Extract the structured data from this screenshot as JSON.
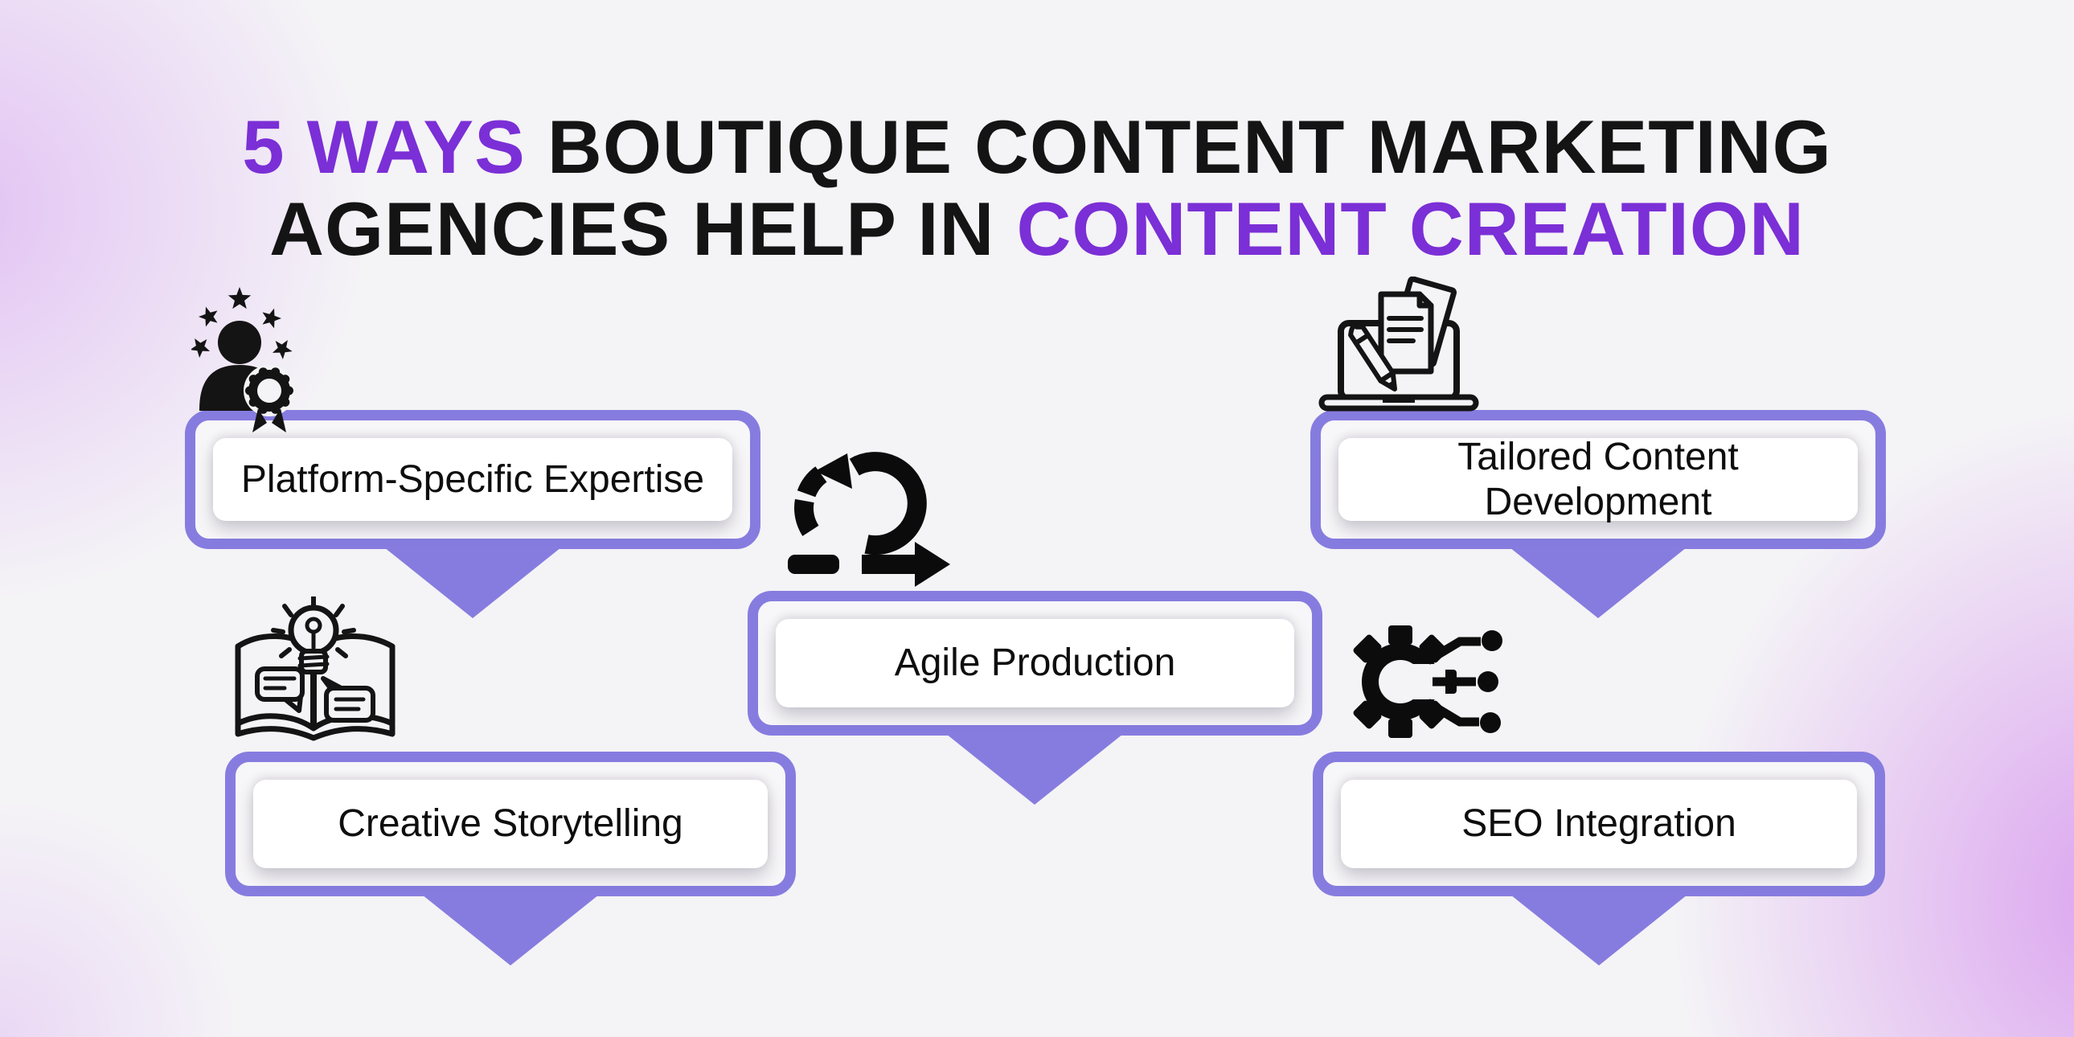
{
  "title": {
    "line1_highlight": "5 WAYS",
    "line1_rest": " BOUTIQUE CONTENT MARKETING",
    "line2_prefix": "AGENCIES HELP IN ",
    "line2_highlight": "CONTENT CREATION"
  },
  "items": [
    {
      "label": "Platform-Specific Expertise",
      "icon": "expertise-person-stars-badge-icon"
    },
    {
      "label": "Creative Storytelling",
      "icon": "storytelling-book-bulb-icon"
    },
    {
      "label": "Agile Production",
      "icon": "agile-sprint-icon"
    },
    {
      "label": "Tailored Content Development",
      "icon": "laptop-content-writing-icon"
    },
    {
      "label": "SEO Integration",
      "icon": "seo-gear-circuit-icon"
    }
  ],
  "colors": {
    "background": "#F4F3F6",
    "title_text": "#141414",
    "title_accent": "#7B2FD6",
    "box_border": "#867CDF",
    "pointer_arrow": "#867CDF",
    "box_fill": "#FFFFFF",
    "icon_ink": "#141414",
    "gradient_top_left": "#E2C2F4",
    "gradient_right": "#DBA4EF"
  }
}
